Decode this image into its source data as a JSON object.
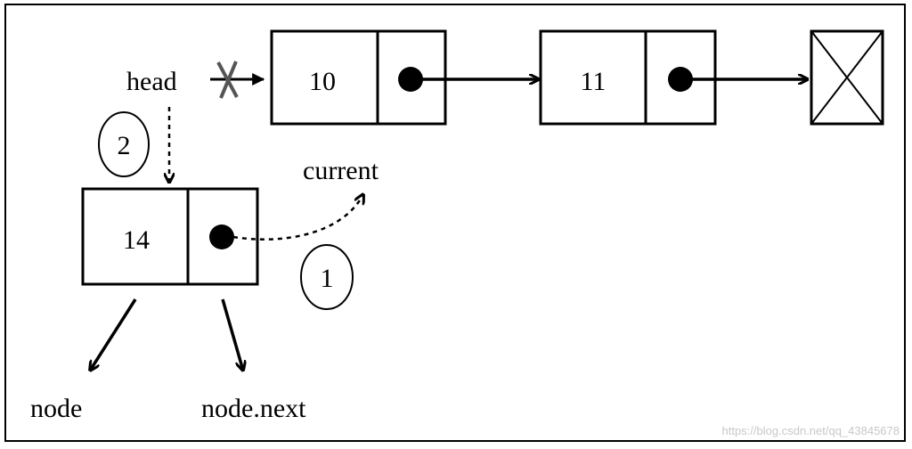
{
  "nodes": {
    "node_10": {
      "value": "10"
    },
    "node_11": {
      "value": "11"
    },
    "node_14": {
      "value": "14"
    }
  },
  "labels": {
    "head": "head",
    "current": "current",
    "node": "node",
    "node_next": "node.next"
  },
  "steps": {
    "step_1": "1",
    "step_2": "2"
  },
  "watermark": "https://blog.csdn.net/qq_43845678"
}
